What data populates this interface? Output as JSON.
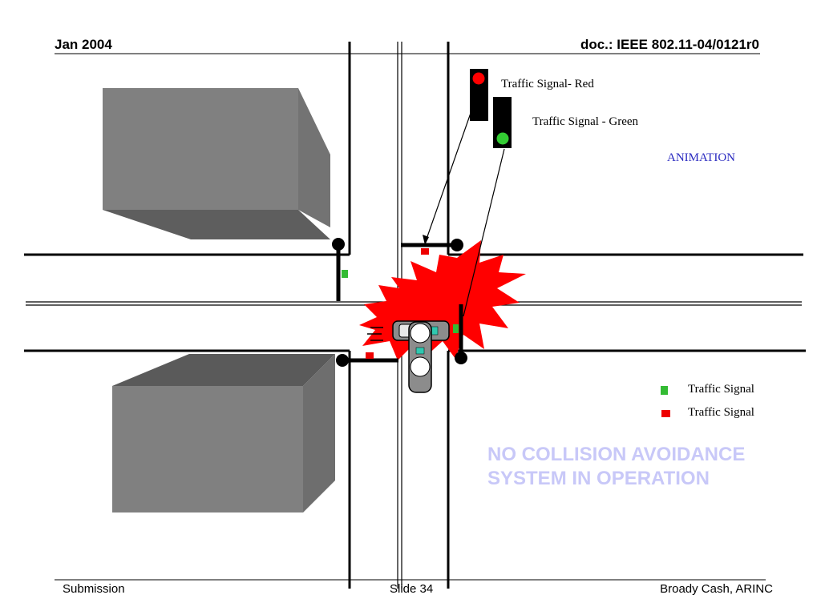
{
  "header": {
    "date": "Jan 2004",
    "doc_id": "doc.: IEEE 802.11-04/0121r0"
  },
  "footer": {
    "left": "Submission",
    "center": "Slide 34",
    "right": "Broady Cash, ARINC"
  },
  "labels": {
    "signal_red": "Traffic Signal- Red",
    "signal_green": "Traffic Signal - Green",
    "animation": "ANIMATION",
    "legend_green": "Traffic Signal",
    "legend_red": "Traffic Signal",
    "warning_line1": "NO COLLISION AVOIDANCE",
    "warning_line2": "SYSTEM IN OPERATION"
  },
  "colors": {
    "signal_red": "#ff0000",
    "signal_green": "#33cc33",
    "legend_green": "#33bb33",
    "legend_red": "#ee0000",
    "animation_text": "#2a2ac0",
    "warning_text": "#c8c8f8",
    "building_front": "#808080",
    "building_side": "#6a6a6a",
    "building_bottom": "#5a5a5a",
    "crash_burst": "#ff0000"
  }
}
